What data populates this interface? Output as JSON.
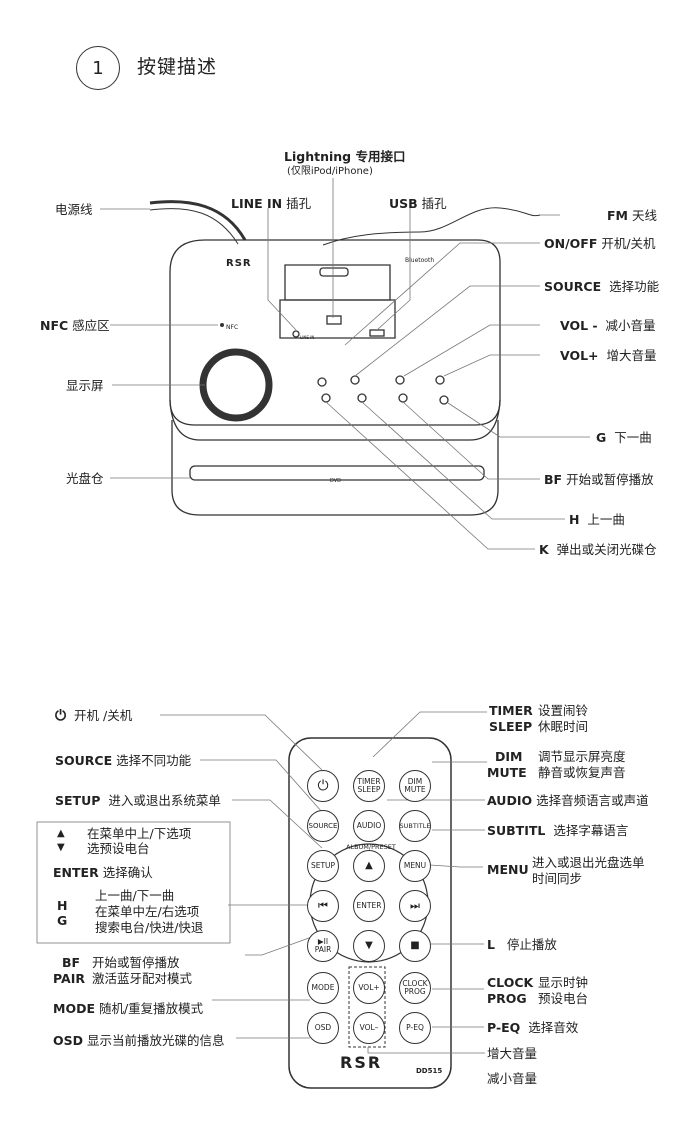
{
  "section": {
    "number": "1",
    "title": "按键描述"
  },
  "device": {
    "brand": "RSR",
    "dock_logo": "Bluetooth",
    "nfc_mark": "NFC",
    "disc_mark": "DVD",
    "linein_mark": "LINE IN",
    "labels": {
      "lightning": "Lightning 专用接口",
      "lightning_sub": "(仅限iPod/iPhone)",
      "power_cord": "电源线",
      "line_in_key": "LINE IN",
      "line_in_desc": "插孔",
      "usb_key": "USB",
      "usb_desc": "插孔",
      "fm_key": "FM",
      "fm_desc": "天线",
      "onoff_key": "ON/OFF",
      "onoff_desc": "开机/关机",
      "source_key": "SOURCE",
      "source_desc": "选择功能",
      "nfc_key": "NFC",
      "nfc_desc": "感应区",
      "voldown_key": "VOL -",
      "voldown_desc": "减小音量",
      "volup_key": "VOL+",
      "volup_desc": "增大音量",
      "display": "显示屏",
      "g_key": "G",
      "g_desc": "下一曲",
      "disc": "光盘仓",
      "bf_key": "BF",
      "bf_desc": "开始或暂停播放",
      "h_key": "H",
      "h_desc": "上一曲",
      "k_key": "K",
      "k_desc": "弹出或关闭光碟仓"
    }
  },
  "remote": {
    "brand": "RSR",
    "model": "DD515",
    "album_label": "ALBUM/PRESET",
    "buttons": {
      "power": "⏻",
      "timer": "TIMER\nSLEEP",
      "dim": "DIM\nMUTE",
      "source": "SOURCE",
      "audio": "AUDIO",
      "subtitle": "SUBTITLE",
      "setup": "SETUP",
      "up": "▲",
      "menu": "MENU",
      "prev": "⏮",
      "enter": "ENTER",
      "next": "⏭",
      "playpause": "▶II\nPAIR",
      "down": "▼",
      "stop": "■",
      "mode": "MODE",
      "volup": "VOL+",
      "clock": "CLOCK\nPROG",
      "osd": "OSD",
      "voldown": "VOL–",
      "peq": "P-EQ"
    },
    "labels": {
      "power_desc": "开机 /关机",
      "source_key": "SOURCE",
      "source_desc": "选择不同功能",
      "setup_key": "SETUP",
      "setup_desc": "进入或退出系统菜单",
      "updown_desc1": "在菜单中上/下选项",
      "updown_desc2": "选预设电台",
      "enter_key": "ENTER",
      "enter_desc": "选择确认",
      "h_key": "H",
      "g_key": "G",
      "hg_desc1": "上一曲/下一曲",
      "hg_desc2": "在菜单中左/右选项",
      "hg_desc3": "搜索电台/快进/快退",
      "bf_key": "BF",
      "pair_key": "PAIR",
      "bf_desc": "开始或暂停播放",
      "pair_desc": "激活蓝牙配对模式",
      "mode_key": "MODE",
      "mode_desc": "随机/重复播放模式",
      "osd_key": "OSD",
      "osd_desc": "显示当前播放光碟的信息",
      "timer_key": "TIMER",
      "timer_desc": "设置闹铃",
      "sleep_key": "SLEEP",
      "sleep_desc": "休眠时间",
      "dim_key": "DIM",
      "dim_desc": "调节显示屏亮度",
      "mute_key": "MUTE",
      "mute_desc": "静音或恢复声音",
      "audio_key": "AUDIO",
      "audio_desc": "选择音频语言或声道",
      "subtitl_key": "SUBTITL",
      "subtitl_desc": "选择字幕语言",
      "menu_key": "MENU",
      "menu_desc1": "进入或退出光盘选单",
      "menu_desc2": "时间同步",
      "l_key": "L",
      "l_desc": "停止播放",
      "clock_key": "CLOCK",
      "clock_desc": "显示时钟",
      "prog_key": "PROG",
      "prog_desc": "预设电台",
      "peq_key": "P-EQ",
      "peq_desc": "选择音效",
      "volup_desc": "增大音量",
      "voldown_desc": "减小音量"
    }
  }
}
